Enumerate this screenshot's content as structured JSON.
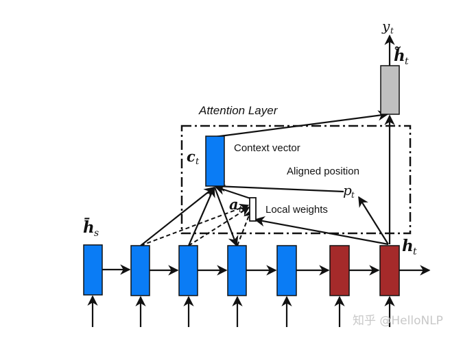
{
  "diagram": {
    "title": "Local attention model",
    "attention_layer_label": "Attention Layer",
    "labels": {
      "context_vector": "Context vector",
      "aligned_position": "Aligned position",
      "local_weights": "Local weights"
    },
    "symbols": {
      "c_t": "c",
      "c_t_sub": "t",
      "a_t": "a",
      "a_t_sub": "t",
      "p_t": "p",
      "p_t_sub": "t",
      "h_t": "h",
      "h_t_sub": "t",
      "h_bar_s": "h̄",
      "h_bar_s_sub": "s",
      "h_tilde_t": "h̃",
      "h_tilde_t_sub": "t",
      "y_t": "y",
      "y_t_sub": "t"
    },
    "colors": {
      "source_state": "#0a7cf5",
      "target_state": "#a52a2a",
      "attentional_state": "#c0c0c0",
      "context_vector": "#0a7cf5",
      "local_weights": "#ffffff",
      "stroke": "#111111"
    },
    "encoder_states": [
      {
        "id": "s1",
        "type": "source"
      },
      {
        "id": "s2",
        "type": "source"
      },
      {
        "id": "s3",
        "type": "source"
      },
      {
        "id": "s4",
        "type": "source"
      },
      {
        "id": "s5",
        "type": "source"
      },
      {
        "id": "t1",
        "type": "target"
      },
      {
        "id": "t2",
        "type": "target"
      }
    ]
  },
  "watermark": "知乎 @HelloNLP"
}
